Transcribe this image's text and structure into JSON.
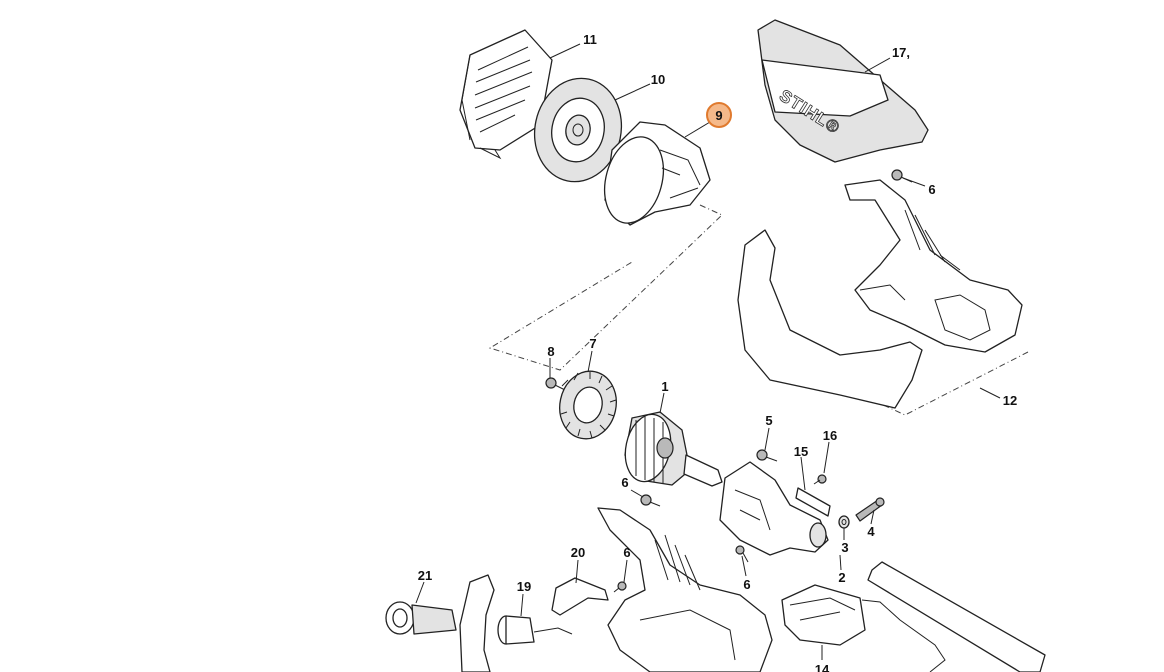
{
  "diagram": {
    "callouts": [
      {
        "id": "c11",
        "text": "11"
      },
      {
        "id": "c10",
        "text": "10"
      },
      {
        "id": "c9",
        "text": "9",
        "highlighted": true
      },
      {
        "id": "c17",
        "text": "17,"
      },
      {
        "id": "c6a",
        "text": "6"
      },
      {
        "id": "c12",
        "text": "12"
      },
      {
        "id": "c8",
        "text": "8"
      },
      {
        "id": "c7",
        "text": "7"
      },
      {
        "id": "c1",
        "text": "1"
      },
      {
        "id": "c5",
        "text": "5"
      },
      {
        "id": "c16",
        "text": "16"
      },
      {
        "id": "c15",
        "text": "15"
      },
      {
        "id": "c6b",
        "text": "6"
      },
      {
        "id": "c3",
        "text": "3"
      },
      {
        "id": "c4",
        "text": "4"
      },
      {
        "id": "c2",
        "text": "2"
      },
      {
        "id": "c6c",
        "text": "6"
      },
      {
        "id": "c20",
        "text": "20"
      },
      {
        "id": "c6d",
        "text": "6"
      },
      {
        "id": "c21",
        "text": "21"
      },
      {
        "id": "c19",
        "text": "19"
      },
      {
        "id": "c14",
        "text": "14"
      }
    ],
    "logo_text": "STIHL®",
    "colors": {
      "highlight_fill": "#f5b98a",
      "highlight_stroke": "#e07a2e",
      "line": "#222222"
    }
  }
}
